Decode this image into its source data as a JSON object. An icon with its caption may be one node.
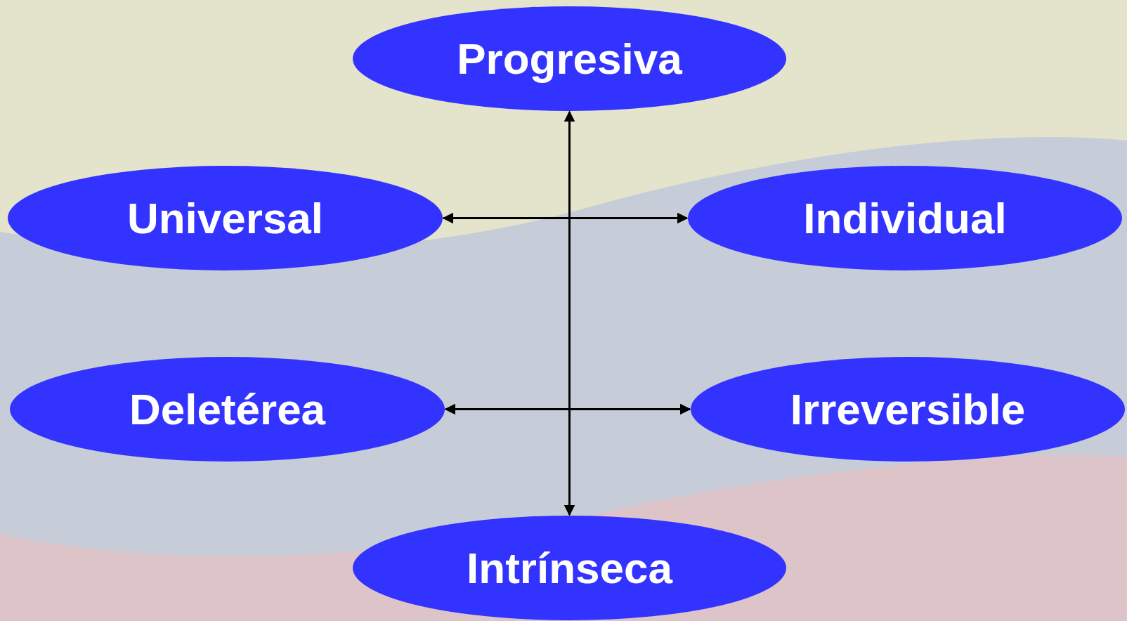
{
  "diagram": {
    "nodes": [
      {
        "text": [
          "Progresiva"
        ]
      },
      {
        "text": [
          "Universal"
        ]
      },
      {
        "text": [
          "Individual"
        ]
      },
      {
        "text": [
          "Deletérea"
        ]
      },
      {
        "text": [
          "Irreversible"
        ]
      },
      {
        "text": [
          "Intrínseca"
        ]
      }
    ],
    "edges": [
      {
        "from": 0,
        "to": 5,
        "arrow": "both"
      },
      {
        "from": 1,
        "to": 2,
        "arrow": "both"
      },
      {
        "from": 3,
        "to": 4,
        "arrow": "both"
      }
    ]
  }
}
